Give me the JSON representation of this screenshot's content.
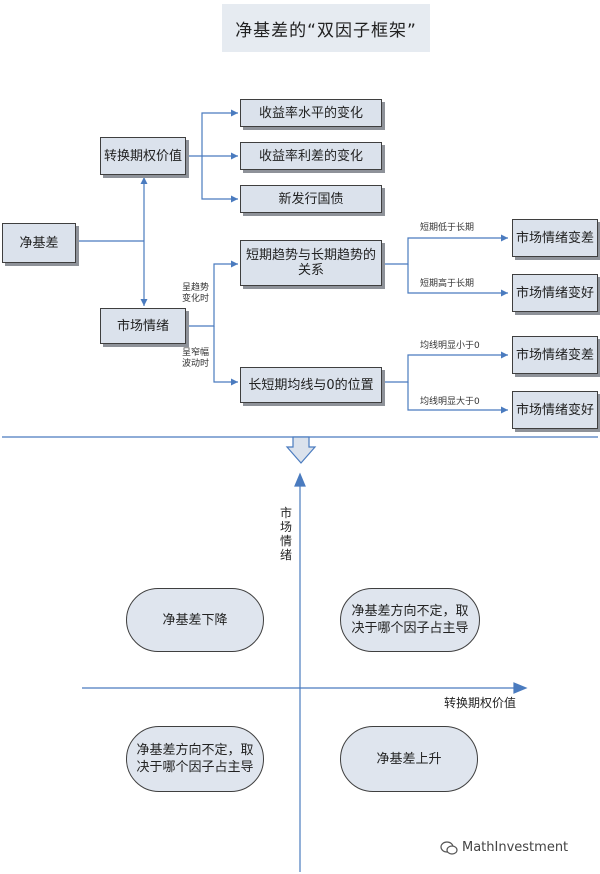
{
  "title": "净基差的“双因子框架”",
  "flow": {
    "root": "净基差",
    "option_value": "转换期权价值",
    "market_sentiment": "市场情绪",
    "yield_level": "收益率水平的变化",
    "yield_spread": "收益率利差的变化",
    "new_bonds": "新发行国债",
    "trend_relation": "短期趋势与长期趋势的关系",
    "ma_position": "长短期均线与0的位置",
    "trend_change_line1": "呈趋势",
    "trend_change_line2": "变化时",
    "narrow_line1": "呈窄幅",
    "narrow_line2": "波动时",
    "short_low": "短期低于长期",
    "short_high": "短期高于长期",
    "ma_below": "均线明显小于0",
    "ma_above": "均线明显大于0",
    "result_worse_1": "市场情绪变差",
    "result_better_1": "市场情绪变好",
    "result_worse_2": "市场情绪变差",
    "result_better_2": "市场情绪变好"
  },
  "quadrant": {
    "y_axis_label": "市场情绪",
    "x_axis_label": "转换期权价值",
    "top_left": "净基差下降",
    "top_right": "净基差方向不定，取决于哪个因子占主导",
    "bottom_left": "净基差方向不定，取决于哪个因子占主导",
    "bottom_right": "净基差上升"
  },
  "watermark": "MathInvestment",
  "colors": {
    "connector": "#4a7bbf",
    "box_fill": "#dbe2ec",
    "title_fill": "#e6ebf1"
  }
}
